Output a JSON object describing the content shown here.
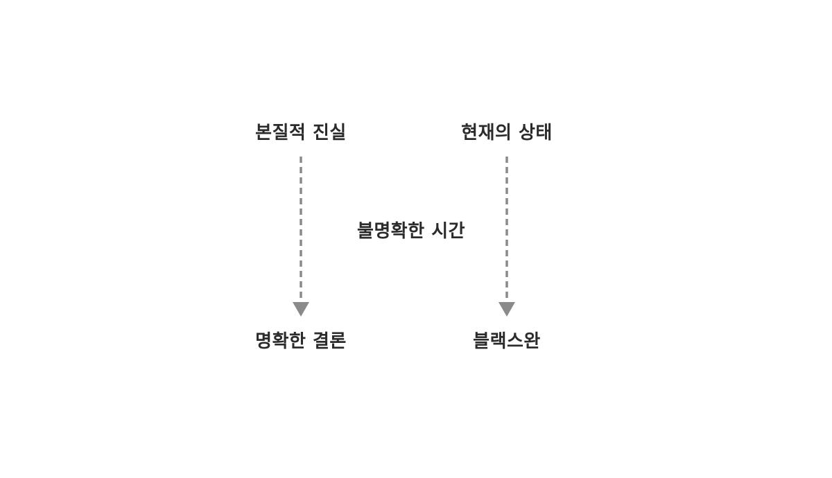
{
  "diagram": {
    "nodes": {
      "top_left": "본질적 진실",
      "top_right": "현재의 상태",
      "middle": "불명확한 시간",
      "bottom_left": "명확한 결론",
      "bottom_right": "블랙스완"
    },
    "edges": [
      {
        "from": "top_left",
        "to": "bottom_left",
        "style": "dashed"
      },
      {
        "from": "top_right",
        "to": "bottom_right",
        "style": "dashed"
      }
    ],
    "colors": {
      "text": "#2b2b2b",
      "arrow": "#8a8a8a",
      "background": "#ffffff"
    }
  }
}
